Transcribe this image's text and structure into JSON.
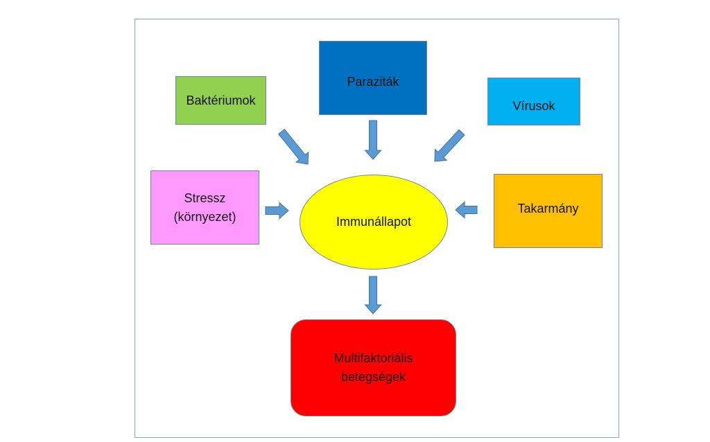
{
  "colors": {
    "frame_border": "#8ea2b3",
    "arrow_fill": "#5b9bd5",
    "arrow_stroke": "#41719c",
    "node_border": "#6f8798"
  },
  "nodes": {
    "bakteriumok": {
      "label": "Baktériumok",
      "color": "#92d050"
    },
    "parazitak": {
      "label": "Paraziták",
      "color": "#0070c0"
    },
    "virusok": {
      "label": "Vírusok",
      "color": "#00b0f0"
    },
    "stressz": {
      "label": "Stressz\n(környezet)",
      "color": "#ff99ff"
    },
    "immunallapot": {
      "label": "Immunállapot",
      "color": "#ffff00"
    },
    "takarmany": {
      "label": "Takarmány",
      "color": "#ffc000"
    },
    "multifaktorialis": {
      "label": "Multifaktoriális\nbetegségek",
      "color": "#ff0000"
    }
  },
  "edges": [
    {
      "from": "bakteriumok",
      "to": "immunallapot"
    },
    {
      "from": "parazitak",
      "to": "immunallapot"
    },
    {
      "from": "virusok",
      "to": "immunallapot"
    },
    {
      "from": "stressz",
      "to": "immunallapot"
    },
    {
      "from": "takarmany",
      "to": "immunallapot"
    },
    {
      "from": "immunallapot",
      "to": "multifaktorialis"
    }
  ]
}
